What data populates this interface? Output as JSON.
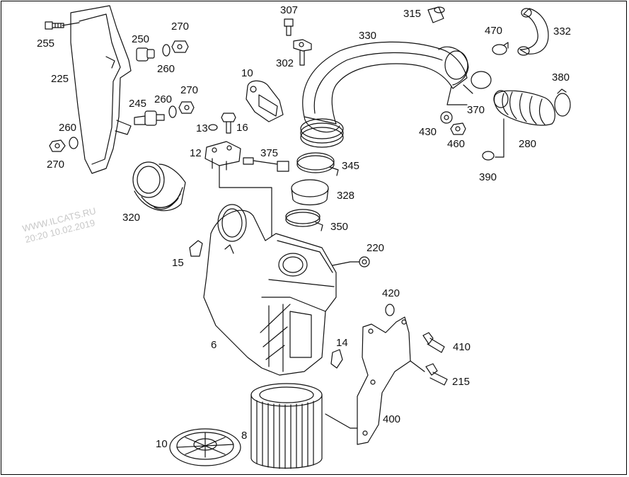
{
  "watermark": {
    "line1": "WWW.ILCATS.RU",
    "line2": "20:20 10.02.2019"
  },
  "callouts": [
    {
      "id": "255",
      "text": "255"
    },
    {
      "id": "225",
      "text": "225"
    },
    {
      "id": "250",
      "text": "250"
    },
    {
      "id": "270a",
      "text": "270"
    },
    {
      "id": "260a",
      "text": "260"
    },
    {
      "id": "245",
      "text": "245"
    },
    {
      "id": "260b",
      "text": "260"
    },
    {
      "id": "270b",
      "text": "270"
    },
    {
      "id": "260c",
      "text": "260"
    },
    {
      "id": "270c",
      "text": "270"
    },
    {
      "id": "307",
      "text": "307"
    },
    {
      "id": "302",
      "text": "302"
    },
    {
      "id": "10a",
      "text": "10"
    },
    {
      "id": "13",
      "text": "13"
    },
    {
      "id": "16",
      "text": "16"
    },
    {
      "id": "12",
      "text": "12"
    },
    {
      "id": "375",
      "text": "375"
    },
    {
      "id": "315",
      "text": "315"
    },
    {
      "id": "330",
      "text": "330"
    },
    {
      "id": "470",
      "text": "470"
    },
    {
      "id": "332",
      "text": "332"
    },
    {
      "id": "380",
      "text": "380"
    },
    {
      "id": "370",
      "text": "370"
    },
    {
      "id": "430",
      "text": "430"
    },
    {
      "id": "460",
      "text": "460"
    },
    {
      "id": "280",
      "text": "280"
    },
    {
      "id": "390",
      "text": "390"
    },
    {
      "id": "345",
      "text": "345"
    },
    {
      "id": "328",
      "text": "328"
    },
    {
      "id": "350",
      "text": "350"
    },
    {
      "id": "320",
      "text": "320"
    },
    {
      "id": "15",
      "text": "15"
    },
    {
      "id": "220",
      "text": "220"
    },
    {
      "id": "420",
      "text": "420"
    },
    {
      "id": "6",
      "text": "6"
    },
    {
      "id": "14",
      "text": "14"
    },
    {
      "id": "410",
      "text": "410"
    },
    {
      "id": "215",
      "text": "215"
    },
    {
      "id": "400",
      "text": "400"
    },
    {
      "id": "8",
      "text": "8"
    },
    {
      "id": "10b",
      "text": "10"
    }
  ]
}
